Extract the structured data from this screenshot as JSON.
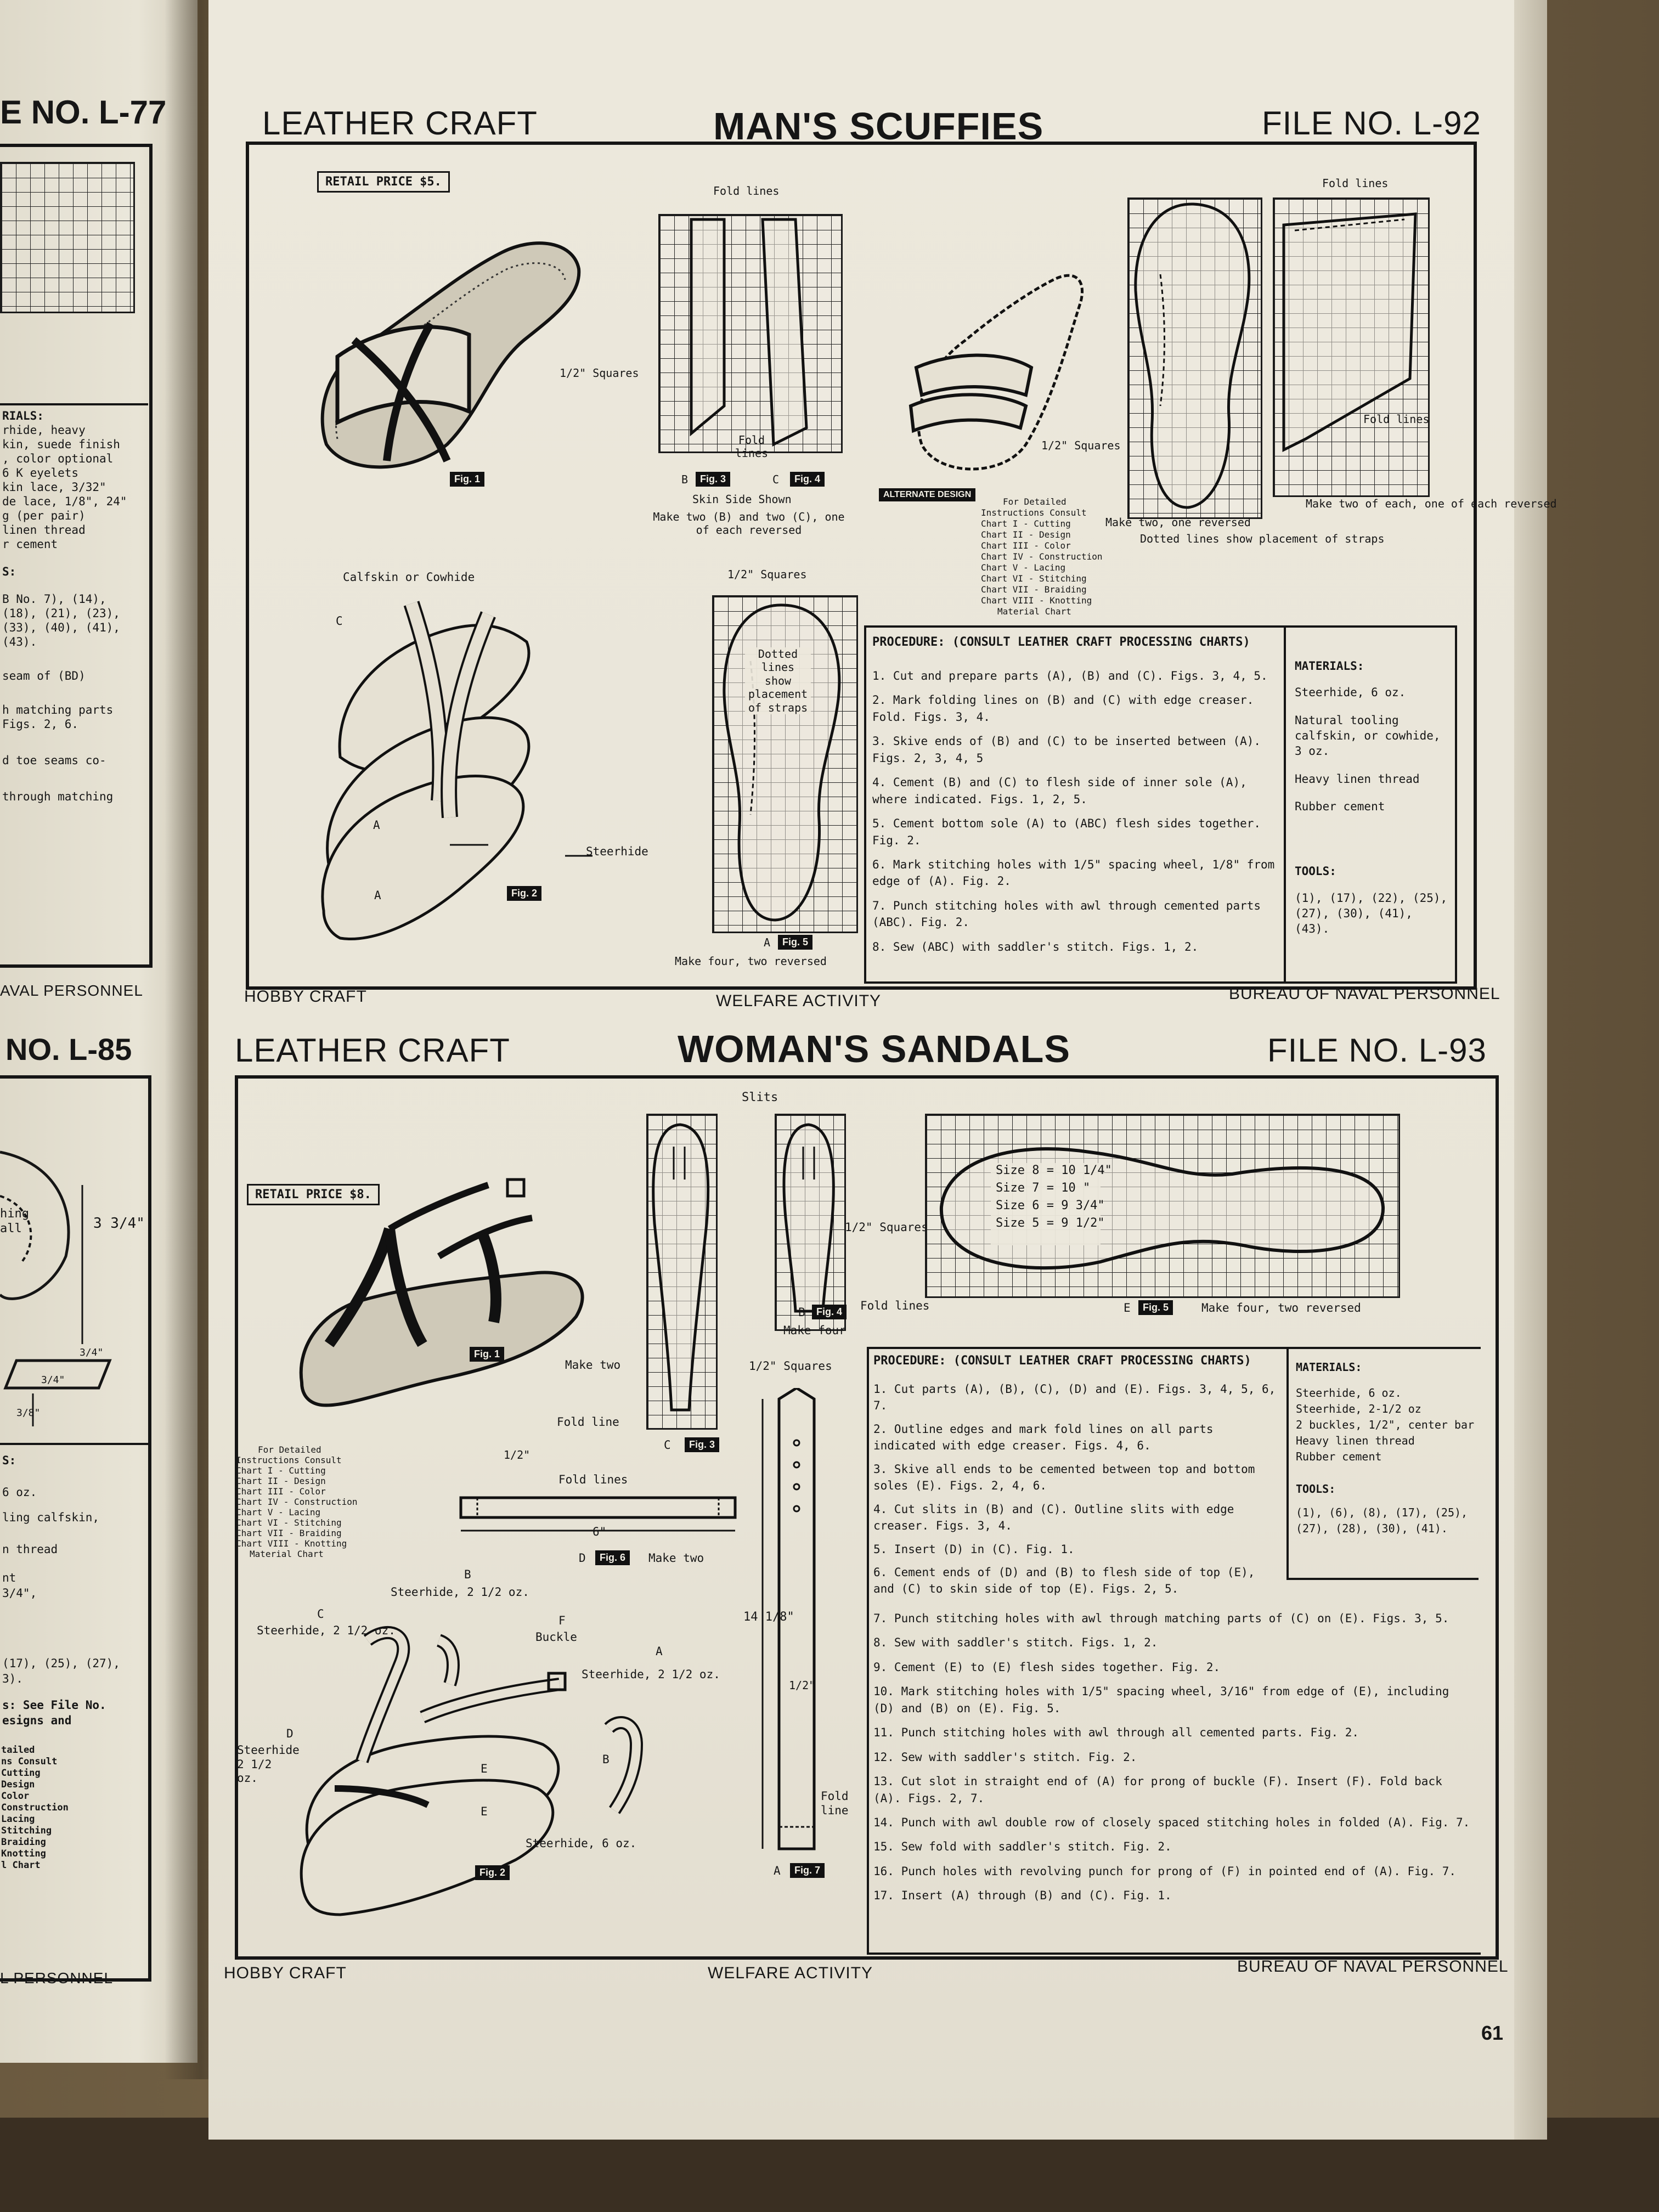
{
  "left_page": {
    "top_file": "E NO. L-77",
    "upper_list": [
      "RIALS:",
      "rhide, heavy",
      "kin, suede finish",
      ", color optional",
      "6 K eyelets",
      "kin lace, 3/32\"",
      "de lace, 1/8\", 24\"",
      "g (per pair)",
      "linen thread",
      "r cement",
      "S:",
      "B No. 7), (14),",
      "(18), (21), (23),",
      "(33), (40), (41), (43).",
      "seam of (BD)",
      "h matching parts",
      "Figs. 2, 6.",
      "d toe seams co-",
      "through matching"
    ],
    "upper_footer": "AVAL PERSONNEL",
    "mid_file": "NO. L-85",
    "dims": [
      "3 3/4\"",
      "3/4\"",
      "3/4\"",
      "3/8\""
    ],
    "lower_list": [
      "hing",
      "all",
      "S:",
      "6 oz.",
      "ling calfskin,",
      "n thread",
      "nt",
      "3/4\",",
      "(17), (25), (27),",
      "3).",
      "s: See File No.",
      "esigns and",
      "tailed",
      "ns Consult",
      "Cutting",
      "Design",
      "Color",
      "Construction",
      "Lacing",
      "Stitching",
      "Braiding",
      "Knotting",
      "l Chart"
    ],
    "lower_footer": "L PERSONNEL"
  },
  "top": {
    "left_header": "LEATHER CRAFT",
    "title": "MAN'S SCUFFIES",
    "file_no": "FILE NO. L-92",
    "retail": "RETAIL PRICE  $5.",
    "labels": {
      "fold_lines_1": "Fold lines",
      "squares_1": "1/2\" Squares",
      "fold_lines_2": "Fold lines",
      "skin_side": "Skin Side Shown",
      "make_two_bc": "Make two (B) and two (C), one of each reversed",
      "b": "B",
      "c": "C",
      "fig3": "Fig. 3",
      "fig4": "Fig. 4",
      "fig1": "Fig. 1",
      "fig2": "Fig. 2",
      "fig5": "Fig. 5",
      "alternate": "ALTERNATE DESIGN",
      "squares_2": "1/2\" Squares",
      "make_two_reversed": "Make two, one reversed",
      "dotted_straps": "Dotted lines show placement of straps",
      "fold_lines_3": "Fold lines",
      "fold_lines_4": "Fold lines",
      "make_two_each": "Make two of each, one of each reversed",
      "calfskin": "Calfskin or Cowhide",
      "c_letter": "C",
      "a1": "A",
      "a2": "A",
      "steerhide": "Steerhide",
      "squares_3": "1/2\" Squares",
      "dotted_show": "Dotted lines show placement of straps",
      "a_label": "A",
      "make_four": "Make four, two reversed"
    },
    "chart_consult": [
      "For Detailed",
      "Instructions Consult",
      "Chart I - Cutting",
      "Chart II - Design",
      "Chart III - Color",
      "Chart IV - Construction",
      "Chart V - Lacing",
      "Chart VI - Stitching",
      "Chart VII - Braiding",
      "Chart VIII - Knotting",
      "Material Chart"
    ],
    "procedure_title": "PROCEDURE: (CONSULT LEATHER CRAFT PROCESSING CHARTS)",
    "steps": [
      "1. Cut and prepare parts (A), (B) and (C). Figs. 3, 4, 5.",
      "2. Mark folding lines on (B) and (C) with edge creaser. Fold. Figs. 3, 4.",
      "3. Skive ends of (B) and (C) to be inserted between (A). Figs. 2, 3, 4, 5",
      "4. Cement (B) and (C) to flesh side of inner sole (A), where indicated. Figs. 1, 2, 5.",
      "5. Cement bottom sole (A) to (ABC) flesh sides together. Fig. 2.",
      "6. Mark stitching holes with 1/5\" spacing wheel, 1/8\" from edge of (A). Fig. 2.",
      "7. Punch stitching holes with awl through cemented parts (ABC). Fig. 2.",
      "8. Sew (ABC) with saddler's stitch. Figs. 1, 2."
    ],
    "materials_title": "MATERIALS:",
    "materials": [
      "Steerhide, 6 oz.",
      "Natural tooling calfskin, or cowhide, 3 oz.",
      "Heavy linen thread",
      "Rubber cement"
    ],
    "tools_title": "TOOLS:",
    "tools": "(1), (17), (22), (25), (27), (30), (41), (43).",
    "footer_left": "HOBBY CRAFT",
    "footer_mid": "WELFARE ACTIVITY",
    "footer_right": "BUREAU OF NAVAL PERSONNEL"
  },
  "bottom": {
    "left_header": "LEATHER CRAFT",
    "title": "WOMAN'S SANDALS",
    "file_no": "FILE NO. L-93",
    "retail": "RETAIL PRICE  $8.",
    "labels": {
      "slits": "Slits",
      "squares_1": "1/2\" Squares",
      "fold_lines": "Fold lines",
      "b": "B",
      "fig4": "Fig. 4",
      "make_four_b": "Make four",
      "sizes": [
        "Size 8 = 10 1/4\"",
        "Size 7 = 10 \"",
        "Size 6 = 9 3/4\"",
        "Size 5 = 9 1/2\""
      ],
      "e": "E",
      "fig5": "Fig. 5",
      "make_four_two": "Make four, two reversed",
      "fig1": "Fig. 1",
      "make_two": "Make two",
      "squares_2": "1/2\" Squares",
      "fold_line": "Fold line",
      "c": "C",
      "fig3": "Fig. 3",
      "half_inch": "1/2\"",
      "fold_lines_d": "Fold lines",
      "six_inch": "6\"",
      "d": "D",
      "fig6": "Fig. 6",
      "make_two_d": "Make two",
      "length": "14 1/8\"",
      "half_inch_2": "1/2\"",
      "fold_line_a": "Fold line",
      "a": "A",
      "fig7": "Fig. 7",
      "b_steer": "B",
      "steer_b": "Steerhide, 2 1/2 oz.",
      "c_steer": "C",
      "steer_c": "Steerhide, 2 1/2 oz.",
      "f": "F",
      "buckle": "Buckle",
      "a_steer": "A",
      "steer_a": "Steerhide, 2 1/2 oz.",
      "d_steer": "D",
      "steer_d": "Steerhide 2 1/2 oz.",
      "e1": "E",
      "e2": "E",
      "b_part": "B",
      "steer_6": "Steerhide, 6 oz.",
      "fig2": "Fig. 2"
    },
    "chart_consult": [
      "For Detailed",
      "Instructions Consult",
      "Chart I - Cutting",
      "Chart II - Design",
      "Chart III - Color",
      "Chart IV - Construction",
      "Chart V - Lacing",
      "Chart VI - Stitching",
      "Chart VII - Braiding",
      "Chart VIII - Knotting",
      "Material Chart"
    ],
    "procedure_title": "PROCEDURE: (CONSULT LEATHER CRAFT PROCESSING CHARTS)",
    "steps": [
      "1. Cut parts (A), (B), (C), (D) and (E). Figs. 3, 4, 5, 6, 7.",
      "2. Outline edges and mark fold lines on all parts indicated with edge creaser. Figs. 4, 6.",
      "3. Skive all ends to be cemented between top and bottom soles (E). Figs. 2, 4, 6.",
      "4. Cut slits in (B) and (C). Outline slits with edge creaser. Figs. 3, 4.",
      "5. Insert (D) in (C). Fig. 1.",
      "6. Cement ends of (D) and (B) to flesh side of top (E), and (C) to skin side of top (E). Figs. 2, 5.",
      "7. Punch stitching holes with awl through matching parts of (C) on (E). Figs. 3, 5.",
      "8. Sew with saddler's stitch. Figs. 1, 2.",
      "9. Cement (E) to (E) flesh sides together. Fig. 2.",
      "10. Mark stitching holes with 1/5\" spacing wheel, 3/16\" from edge of (E), including (D) and (B) on (E). Fig. 5.",
      "11. Punch stitching holes with awl through all cemented parts. Fig. 2.",
      "12. Sew with saddler's stitch. Fig. 2.",
      "13. Cut slot in straight end of (A) for prong of buckle (F). Insert (F). Fold back (A). Figs. 2, 7.",
      "14. Punch with awl double row of closely spaced stitching holes in folded (A). Fig. 7.",
      "15. Sew fold with saddler's stitch. Fig. 2.",
      "16. Punch holes with revolving punch for prong of (F) in pointed end of (A). Fig. 7.",
      "17. Insert (A) through (B) and (C). Fig. 1."
    ],
    "materials_title": "MATERIALS:",
    "materials": [
      "Steerhide, 6 oz.",
      "Steerhide, 2-1/2 oz",
      "2 buckles, 1/2\", center bar",
      "Heavy linen thread",
      "Rubber cement"
    ],
    "tools_title": "TOOLS:",
    "tools": "(1), (6), (8), (17), (25), (27), (28), (30), (41).",
    "footer_left": "HOBBY CRAFT",
    "footer_mid": "WELFARE ACTIVITY",
    "footer_right": "BUREAU OF NAVAL PERSONNEL"
  },
  "page_number": "61"
}
